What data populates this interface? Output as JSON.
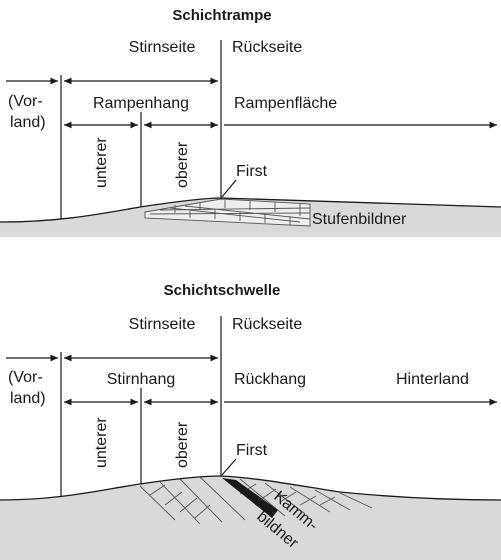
{
  "diagrams": [
    {
      "title": "Schichtrampe",
      "stirnseite": "Stirnseite",
      "rueckseite": "Rückseite",
      "vorland_1": "(Vor-",
      "vorland_2": "land)",
      "hang": "Rampenhang",
      "flaeche": "Rampenfläche",
      "unterer": "unterer",
      "oberer": "oberer",
      "first": "First",
      "bildner": "Stufenbildner"
    },
    {
      "title": "Schichtschwelle",
      "stirnseite": "Stirnseite",
      "rueckseite": "Rückseite",
      "vorland_1": "(Vor-",
      "vorland_2": "land)",
      "hang": "Stirnhang",
      "rueckhang": "Rückhang",
      "hinterland": "Hinterland",
      "unterer": "unterer",
      "oberer": "oberer",
      "first": "First",
      "bildner_1": "Kamm-",
      "bildner_2": "bildner"
    }
  ]
}
